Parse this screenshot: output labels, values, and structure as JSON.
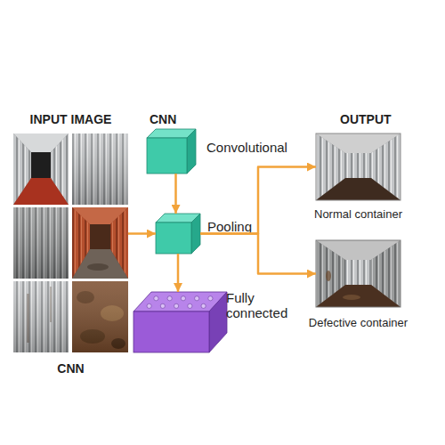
{
  "diagram": {
    "nodes": [
      {
        "text": [
          "INPUT IMAGE",
          "CNN"
        ]
      },
      {
        "text": [
          "Convolutional"
        ]
      },
      {
        "text": [
          "Pooling"
        ]
      },
      {
        "text": [
          "Fully connected"
        ]
      },
      {
        "text": [
          "Normal container"
        ]
      },
      {
        "text": [
          "Defective container"
        ]
      }
    ],
    "edges": [
      {
        "from": 0,
        "to": 2,
        "arrow": "to"
      },
      {
        "from": 1,
        "to": 2,
        "arrow": "to"
      },
      {
        "from": 2,
        "to": 3,
        "arrow": "to"
      },
      {
        "from": 2,
        "to": 4,
        "arrow": "to"
      },
      {
        "from": 2,
        "to": 5,
        "arrow": "to"
      }
    ],
    "labels": [
      "CNN",
      "OUTPUT"
    ]
  }
}
